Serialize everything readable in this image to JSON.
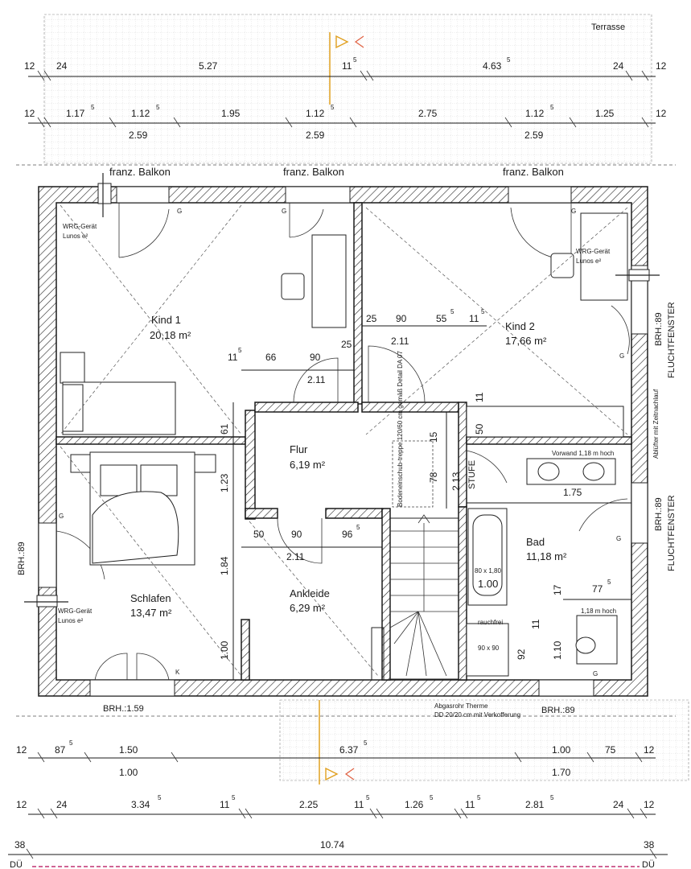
{
  "header": {
    "terrace": "Terrasse"
  },
  "dims_top_row1": [
    "12",
    "24",
    "5.27",
    "11",
    "4.63",
    "24",
    "12"
  ],
  "dims_top_row1_sup": [
    "5",
    "5"
  ],
  "dims_top_row2": [
    "12",
    "1.17",
    "1.12",
    "1.95",
    "1.12",
    "2.75",
    "1.12",
    "1.25",
    "12"
  ],
  "dims_top_row2_sup": [
    "5",
    "5",
    "5",
    "5"
  ],
  "dims_top_row2_sub": [
    "2.59",
    "2.59",
    "2.59"
  ],
  "balconies": [
    "franz. Balkon",
    "franz. Balkon",
    "franz. Balkon"
  ],
  "rooms": {
    "kind1": {
      "name": "Kind 1",
      "area": "20,18 m²"
    },
    "kind2": {
      "name": "Kind 2",
      "area": "17,66 m²"
    },
    "flur": {
      "name": "Flur",
      "area": "6,19 m²"
    },
    "schlafen": {
      "name": "Schlafen",
      "area": "13,47 m²"
    },
    "ankleide": {
      "name": "Ankleide",
      "area": "6,29 m²"
    },
    "bad": {
      "name": "Bad",
      "area": "11,18 m²"
    }
  },
  "devices": {
    "wrg_title": "WRG-Gerät",
    "wrg_sub": "Lunos e²"
  },
  "inner_dims": {
    "a": [
      "25",
      "90",
      "55",
      "11"
    ],
    "a_total": "2.11",
    "b": [
      "11",
      "66",
      "90"
    ],
    "b_total": "2.11",
    "b_side": "25",
    "c": [
      "50",
      "90",
      "96"
    ],
    "c_total": "2.11",
    "v_left": [
      "61",
      "1.23",
      "1.84",
      "1.00"
    ],
    "v_right": [
      "15",
      "78",
      "2.13",
      "11",
      "50"
    ],
    "bad_h": "1.75",
    "bad_small": [
      "17",
      "77",
      "11",
      "92",
      "1.10"
    ],
    "bath_label": "80 x 1,80",
    "bath_dim": "1.00",
    "shower_label": "90 x 90",
    "shower_note": "rauchfrei",
    "wc_note": "1,18 m hoch",
    "vanity_note": "Vorwand 1,18 m hoch",
    "g": "G",
    "k": "K"
  },
  "stairs": {
    "label": "STUFE",
    "attic": "Bodeneinschub-treppe 120/60 cm gemäß Detail DA 07"
  },
  "side_labels": {
    "brh_right1": "BRH.:89",
    "flucht1": "FLUCHTFENSTER",
    "abluefter": "Ablüfter mit Zeitnachlauf",
    "brh_right2": "BRH.:89",
    "flucht2": "FLUCHTFENSTER",
    "brh_left": "BRH.:89"
  },
  "bottom_labels": {
    "brh_1": "BRH.:1.59",
    "brh_2": "BRH.:89",
    "abgas1": "Abgasrohr Therme",
    "abgas2": "DD 20/20 cm mit Verkofferung"
  },
  "dims_bottom_row1": [
    "12",
    "87",
    "1.50",
    "6.37",
    "1.00",
    "75",
    "12"
  ],
  "dims_bottom_row1_sub": [
    "1.00",
    "1.70"
  ],
  "dims_bottom_row2": [
    "12",
    "24",
    "3.34",
    "11",
    "2.25",
    "11",
    "1.26",
    "11",
    "2.81",
    "24",
    "12"
  ],
  "dims_bottom_row3": [
    "38",
    "10.74",
    "38"
  ],
  "bottom_marks": [
    "DÜ",
    "DÜ"
  ]
}
